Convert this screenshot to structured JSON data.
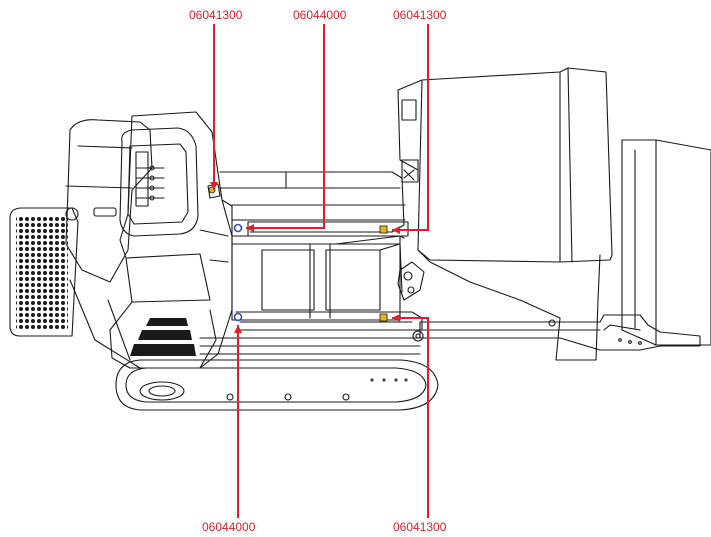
{
  "colors": {
    "callout": "#e41e26",
    "line_art": "#1a1a1a",
    "fastener_blue": "#3b4db4",
    "fastener_yellow": "#e6b422"
  },
  "callouts": {
    "top_left": {
      "part_number": "06041300"
    },
    "top_center": {
      "part_number": "06044000"
    },
    "top_right": {
      "part_number": "06041300"
    },
    "bottom_left": {
      "part_number": "06044000"
    },
    "bottom_right": {
      "part_number": "06041300"
    }
  }
}
